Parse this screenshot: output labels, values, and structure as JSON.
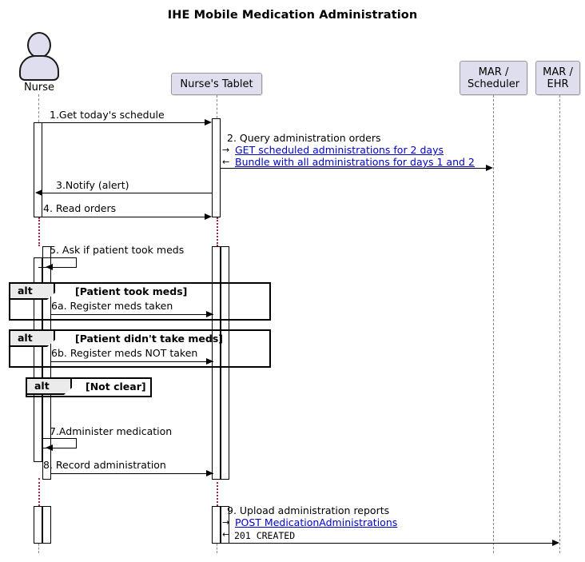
{
  "diagram": {
    "title": "IHE Mobile Medication Administration",
    "type": "uml-sequence-diagram"
  },
  "participants": [
    {
      "id": "nurse",
      "label": "Nurse",
      "kind": "actor",
      "icon": "person-actor-icon"
    },
    {
      "id": "tablet",
      "label": "Nurse's Tablet",
      "kind": "participant-box"
    },
    {
      "id": "mar_scheduler",
      "label": "MAR /\nScheduler",
      "label_line1": "MAR /",
      "label_line2": "Scheduler",
      "kind": "participant-box"
    },
    {
      "id": "mar_ehr",
      "label": "MAR /\nEHR",
      "label_line1": "MAR /",
      "label_line2": "EHR",
      "kind": "participant-box"
    }
  ],
  "messages": [
    {
      "num": "1",
      "label": "1.Get today's schedule",
      "from": "nurse",
      "to": "tablet",
      "direction": "right"
    },
    {
      "num": "2",
      "label": "2. Query administration orders",
      "from": "tablet",
      "to": "mar_scheduler",
      "direction": "right",
      "notes": [
        {
          "arrow": "→",
          "text": "GET scheduled administrations for 2 days",
          "style": "link"
        },
        {
          "arrow": "←",
          "text": "Bundle with all administrations for days 1 and 2",
          "style": "link"
        }
      ]
    },
    {
      "num": "3",
      "label": "3.Notify (alert)",
      "from": "tablet",
      "to": "nurse",
      "direction": "left"
    },
    {
      "num": "4",
      "label": "4. Read orders",
      "from": "nurse",
      "to": "tablet",
      "direction": "right"
    },
    {
      "num": "5",
      "label": "5. Ask if patient took meds",
      "from": "nurse",
      "to": "nurse",
      "direction": "self"
    },
    {
      "num": "6a",
      "label": "6a. Register meds taken",
      "from": "nurse",
      "to": "tablet",
      "direction": "right"
    },
    {
      "num": "6b",
      "label": "6b. Register meds NOT taken",
      "from": "nurse",
      "to": "tablet",
      "direction": "right"
    },
    {
      "num": "7",
      "label": "7.Administer medication",
      "from": "nurse",
      "to": "nurse",
      "direction": "self"
    },
    {
      "num": "8",
      "label": "8. Record administration",
      "from": "nurse",
      "to": "tablet",
      "direction": "right"
    },
    {
      "num": "9",
      "label": "9. Upload administration reports",
      "from": "tablet",
      "to": "mar_ehr",
      "direction": "right",
      "notes": [
        {
          "arrow": "→",
          "text": "POST MedicationAdministrations",
          "style": "link"
        },
        {
          "arrow": "←",
          "text": "201  CREATED",
          "style": "mono"
        }
      ]
    }
  ],
  "fragments": [
    {
      "keyword": "alt",
      "guard": "[Patient took meds]"
    },
    {
      "keyword": "alt",
      "guard": "[Patient didn't take meds]"
    },
    {
      "keyword": "alt",
      "guard": "[Not clear]"
    }
  ],
  "colors": {
    "participant_fill": "#DEDEEF",
    "participant_border": "#999999",
    "link_text": "#0000CC",
    "lifeline_dash": "#888888",
    "lifeline_highlight": "#AE1F4B",
    "fragment_tab_fill": "#EBEBEB",
    "line": "#000000",
    "background": "#FFFFFF"
  }
}
